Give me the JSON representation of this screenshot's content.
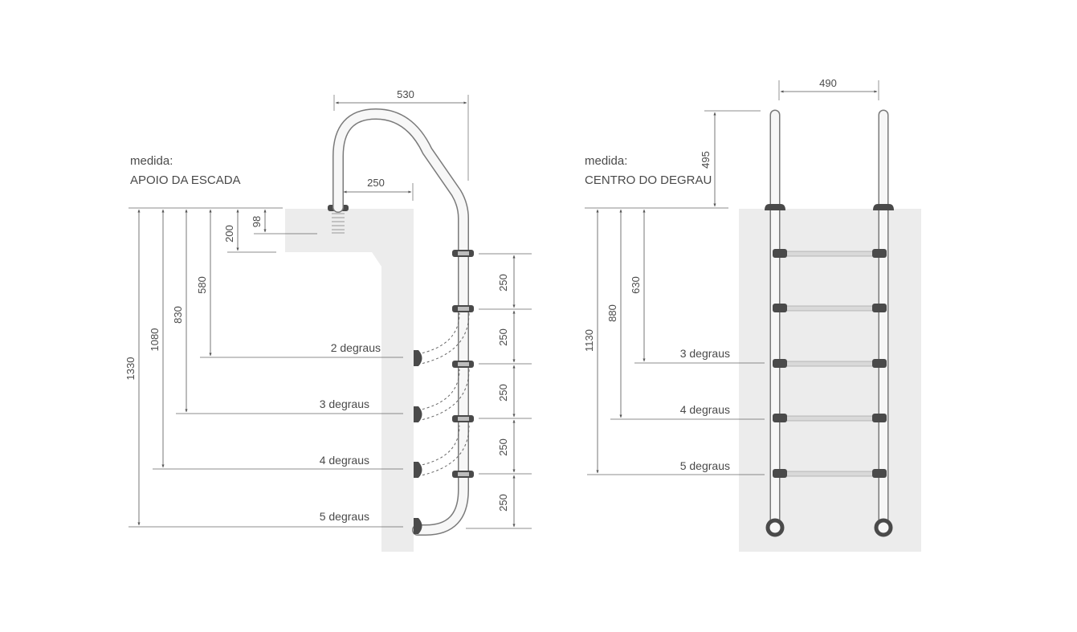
{
  "left": {
    "caption_line1": "medida:",
    "caption_line2": "APOIO DA ESCADA",
    "dim_top": "530",
    "dim_inner": "250",
    "dim_98": "98",
    "dim_200": "200",
    "dim_580": "580",
    "dim_830": "830",
    "dim_1080": "1080",
    "dim_1330": "1330",
    "label_2": "2 degraus",
    "label_3": "3 degraus",
    "label_4": "4 degraus",
    "label_5": "5 degraus",
    "step_spacings": [
      "250",
      "250",
      "250",
      "250",
      "250"
    ]
  },
  "right": {
    "caption_line1": "medida:",
    "caption_line2": "CENTRO DO DEGRAU",
    "dim_width": "490",
    "dim_495": "495",
    "dim_630": "630",
    "dim_880": "880",
    "dim_1130": "1130",
    "label_3": "3 degraus",
    "label_4": "4 degraus",
    "label_5": "5 degraus"
  },
  "colors": {
    "pool": "#ececec",
    "tube_outline": "#777777",
    "tube_fill": "#f7f7f7",
    "foot": "#4a4a4a",
    "rung": "#d9d9d9"
  }
}
